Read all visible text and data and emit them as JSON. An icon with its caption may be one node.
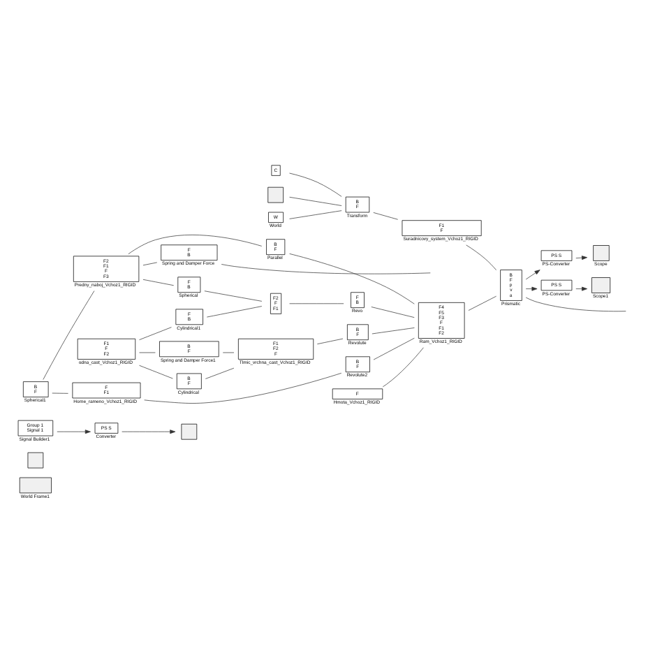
{
  "diagram": {
    "nodes": [
      {
        "text": [],
        "shape": "box",
        "beside": [
          "World Frame1"
        ]
      },
      {
        "text": [],
        "shape": "box"
      },
      {
        "text": [],
        "shape": "box"
      },
      {
        "text": [
          "PS S"
        ],
        "beside": [
          "Converter"
        ]
      },
      {
        "text": [
          "Group 1",
          "Signal 1"
        ],
        "beside": [
          "Signal Builder1"
        ]
      },
      {
        "text": [
          "B",
          "F"
        ],
        "beside": [
          "Spherical1"
        ]
      },
      {
        "text": [
          "F",
          "F1"
        ],
        "beside": [
          "Horne_rameno_Vchoz1_RIGID"
        ]
      },
      {
        "text": [
          "B",
          "F"
        ],
        "beside": [
          "Revolute2"
        ]
      },
      {
        "text": [
          "F2",
          "F1",
          "F",
          "F3"
        ],
        "beside": [
          "Predny_naboj_Vchoz1_RIGID"
        ]
      },
      {
        "text": [
          "B",
          "F"
        ],
        "beside": [
          "Parallel"
        ]
      },
      {
        "text": [
          "F",
          "B"
        ],
        "beside": [
          "Spring and Damper Force"
        ]
      },
      {
        "text": [
          "F",
          "B"
        ],
        "beside": [
          "Spherical"
        ]
      },
      {
        "text": [
          "F1",
          "F",
          "F2"
        ],
        "beside": [
          "odna_cast_Vchoz1_RIGID"
        ]
      },
      {
        "text": [
          "F",
          "B"
        ],
        "beside": [
          "Cylindrical1"
        ]
      },
      {
        "text": [
          "F2",
          "F",
          "F1"
        ]
      },
      {
        "text": [
          "F"
        ],
        "beside": [
          "Hmota_Vchoz1_RIGID"
        ]
      },
      {
        "text": [
          "F4",
          "F5",
          "F3",
          "F",
          "F1",
          "F2"
        ],
        "beside": [
          "Ram_Vchoz1_RIGID"
        ]
      },
      {
        "text": [
          "F",
          "B"
        ],
        "beside": [
          "Revo"
        ]
      },
      {
        "text": [
          "B",
          "F"
        ],
        "beside": [
          "Spring and Damper Force1"
        ]
      },
      {
        "text": [
          "B",
          "F"
        ],
        "beside": [
          "Cylindrical"
        ]
      },
      {
        "text": [
          "F1",
          "F2",
          "F"
        ],
        "beside": [
          "Tlmic_vrchna_cast_Vchoz1_RIGID"
        ]
      },
      {
        "text": [
          "B",
          "F"
        ],
        "beside": [
          "Revolute"
        ]
      },
      {
        "text": [
          "W"
        ],
        "beside": [
          "World"
        ]
      },
      {
        "text": [
          "PS S"
        ],
        "beside": [
          "PS-Converter"
        ]
      },
      {
        "text": [],
        "shape": "box",
        "beside": [
          "Scope"
        ]
      },
      {
        "text": [
          "C"
        ]
      },
      {
        "text": [
          "B",
          "F"
        ],
        "beside": [
          "Transform"
        ]
      },
      {
        "text": [
          "F1",
          "F"
        ],
        "beside": [
          "Suradnicovy_system_Vchoz1_RIGID"
        ]
      },
      {
        "text": [
          "B",
          "F",
          "p",
          "v",
          "a"
        ],
        "beside": [
          "Prismatic"
        ]
      },
      {
        "text": [
          "PS S"
        ],
        "beside": [
          "PS-Converter"
        ]
      },
      {
        "text": [],
        "shape": "box",
        "beside": [
          "Scope1"
        ]
      },
      {
        "text": [],
        "shape": "box"
      }
    ],
    "edges": [
      {
        "from": 3,
        "to": 2,
        "arrow": "to"
      },
      {
        "from": 4,
        "to": 3,
        "arrow": "to"
      },
      {
        "from": 5,
        "to": 6,
        "arrow": "none"
      },
      {
        "from": 6,
        "to": 7,
        "arrow": "none"
      },
      {
        "from": 5,
        "to": 8,
        "arrow": "none"
      },
      {
        "from": 7,
        "to": 16,
        "arrow": "none"
      },
      {
        "from": 8,
        "to": 9,
        "arrow": "none"
      },
      {
        "from": 8,
        "to": 10,
        "arrow": "none"
      },
      {
        "from": 10,
        "to": null,
        "arrow": "none"
      },
      {
        "from": 8,
        "to": 11,
        "arrow": "none"
      },
      {
        "from": 9,
        "to": 16,
        "arrow": "none"
      },
      {
        "from": 11,
        "to": 14,
        "arrow": "none"
      },
      {
        "from": 12,
        "to": 13,
        "arrow": "none"
      },
      {
        "from": 13,
        "to": 14,
        "arrow": "none"
      },
      {
        "from": 12,
        "to": 18,
        "arrow": "none"
      },
      {
        "from": 12,
        "to": 19,
        "arrow": "none"
      },
      {
        "from": 14,
        "to": 17,
        "arrow": "none"
      },
      {
        "from": 17,
        "to": 16,
        "arrow": "none"
      },
      {
        "from": 15,
        "to": 16,
        "arrow": "none"
      },
      {
        "from": 18,
        "to": 20,
        "arrow": "none"
      },
      {
        "from": 19,
        "to": 20,
        "arrow": "none"
      },
      {
        "from": 20,
        "to": 21,
        "arrow": "none"
      },
      {
        "from": 21,
        "to": 16,
        "arrow": "none"
      },
      {
        "from": 16,
        "to": 28,
        "arrow": "none"
      },
      {
        "from": 22,
        "to": 26,
        "arrow": "none"
      },
      {
        "from": 25,
        "to": 26,
        "arrow": "none"
      },
      {
        "from": 31,
        "to": 26,
        "arrow": "none"
      },
      {
        "from": 26,
        "to": 27,
        "arrow": "none"
      },
      {
        "from": 27,
        "to": 28,
        "arrow": "none"
      },
      {
        "from": 28,
        "to": 23,
        "arrow": "to"
      },
      {
        "from": 28,
        "to": 29,
        "arrow": "to"
      },
      {
        "from": 28,
        "to": null,
        "arrow": "none"
      },
      {
        "from": 23,
        "to": 24,
        "arrow": "to"
      },
      {
        "from": 29,
        "to": 30,
        "arrow": "to"
      }
    ]
  }
}
